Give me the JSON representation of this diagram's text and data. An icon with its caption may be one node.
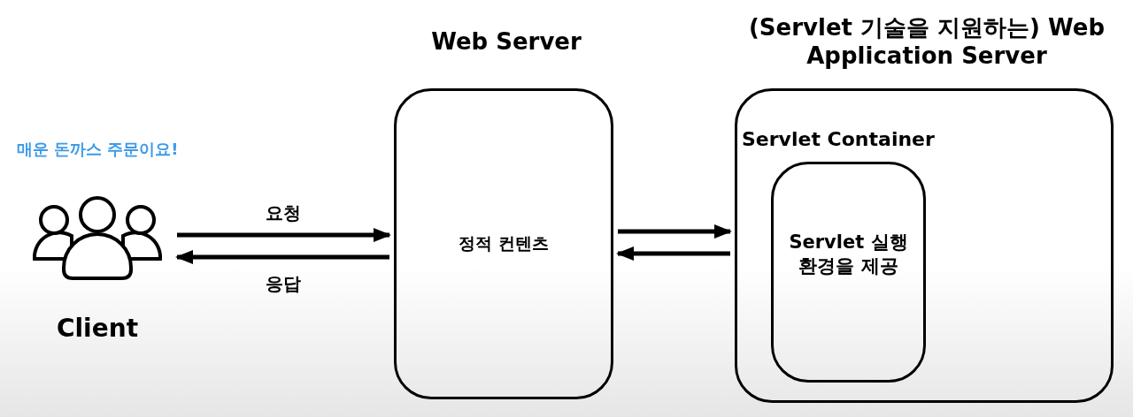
{
  "diagram": {
    "nodes": [
      {
        "text": [
          "Client"
        ],
        "beside": [
          "매운 돈까스 주문이요!"
        ]
      },
      {
        "text": [
          "Web Server",
          "정적 컨텐츠"
        ]
      },
      {
        "text": [
          "(Servlet 기술을 지원하는) Web Application Server"
        ]
      },
      {
        "text": [
          "Servlet 실행 환경을 제공"
        ],
        "in": 2
      }
    ],
    "edges": [
      {
        "from": 0,
        "to": 1,
        "arrow": "to",
        "label": "요청"
      },
      {
        "from": 1,
        "to": 0,
        "arrow": "to",
        "label": "응답"
      },
      {
        "from": 1,
        "to": 2,
        "arrow": "to"
      },
      {
        "from": 2,
        "to": 1,
        "arrow": "to"
      }
    ],
    "labels": [
      "Servlet Container"
    ]
  }
}
